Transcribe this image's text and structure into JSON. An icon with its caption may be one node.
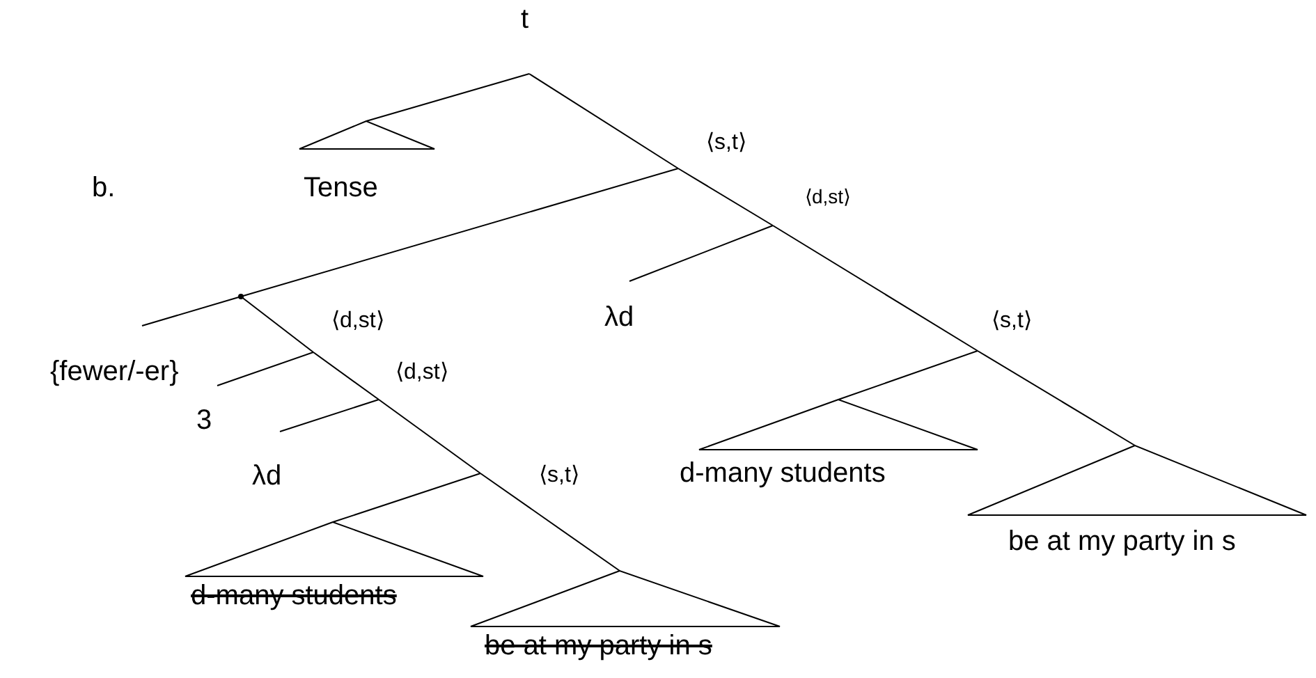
{
  "diagram": {
    "nodes": [
      {
        "text": [
          "t"
        ]
      },
      {
        "text": [
          "Tense"
        ]
      },
      {
        "text": [
          "⟨s,t⟩"
        ]
      },
      {
        "text": [
          "⟨d,st⟩"
        ]
      },
      {
        "text": [],
        "shape": "point"
      },
      {
        "text": [
          "λd"
        ]
      },
      {
        "text": [
          "⟨s,t⟩"
        ]
      },
      {
        "text": [
          "⟨d,st⟩"
        ]
      },
      {
        "text": [
          "{fewer/-er}"
        ]
      },
      {
        "text": [
          "⟨d,st⟩"
        ]
      },
      {
        "text": [
          "3"
        ]
      },
      {
        "text": [
          "d-many students"
        ]
      },
      {
        "text": [
          "⟨s,t⟩"
        ]
      },
      {
        "text": [
          "λd"
        ]
      },
      {
        "text": [
          "be at my party in s"
        ]
      },
      {
        "text": [
          "d-many students"
        ]
      },
      {
        "text": [
          "be at my party in s"
        ]
      }
    ],
    "edges": [
      {
        "from": 0,
        "to": 1,
        "arrow": "none"
      },
      {
        "from": 0,
        "to": 2,
        "arrow": "none"
      },
      {
        "from": 2,
        "to": 4,
        "arrow": "none"
      },
      {
        "from": 2,
        "to": 3,
        "arrow": "none"
      },
      {
        "from": 3,
        "to": 5,
        "arrow": "none"
      },
      {
        "from": 3,
        "to": 6,
        "arrow": "none"
      },
      {
        "from": 4,
        "to": 8,
        "arrow": "none"
      },
      {
        "from": 4,
        "to": 7,
        "arrow": "none"
      },
      {
        "from": 7,
        "to": 10,
        "arrow": "none"
      },
      {
        "from": 7,
        "to": 9,
        "arrow": "none"
      },
      {
        "from": 9,
        "to": 13,
        "arrow": "none"
      },
      {
        "from": 9,
        "to": 12,
        "arrow": "none"
      },
      {
        "from": 12,
        "to": 15,
        "arrow": "none"
      },
      {
        "from": 12,
        "to": 16,
        "arrow": "none"
      },
      {
        "from": 6,
        "to": 11,
        "arrow": "none"
      },
      {
        "from": 6,
        "to": 14,
        "arrow": "none"
      }
    ],
    "labels": [
      "b."
    ]
  }
}
